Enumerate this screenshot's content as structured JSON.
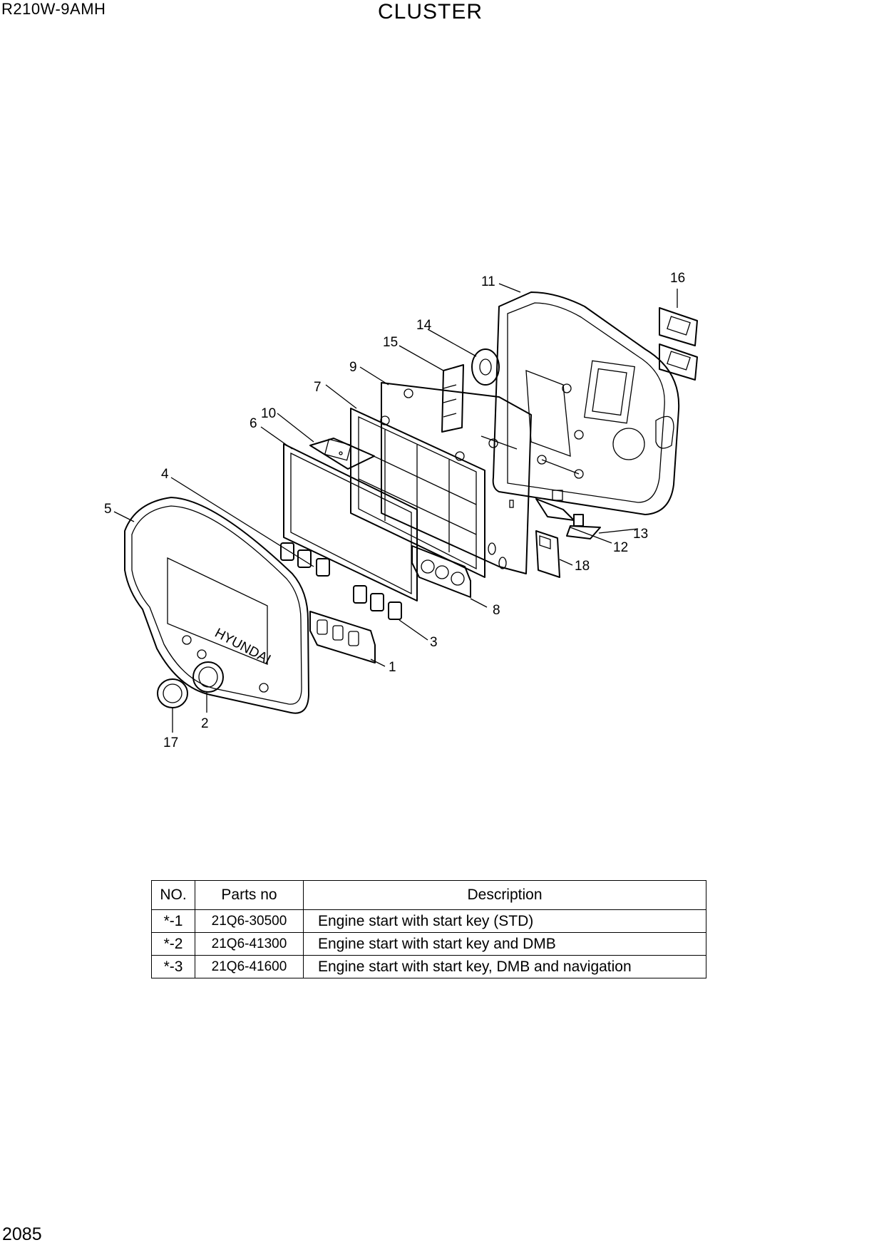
{
  "header": {
    "model": "R210W-9AMH",
    "title": "CLUSTER"
  },
  "footer": {
    "page_number": "2085"
  },
  "diagram": {
    "callouts": [
      "1",
      "2",
      "3",
      "4",
      "5",
      "6",
      "7",
      "8",
      "9",
      "10",
      "11",
      "12",
      "13",
      "14",
      "15",
      "16",
      "17",
      "18"
    ],
    "brand_marking": "HYUNDAI"
  },
  "table": {
    "headers": [
      "NO.",
      "Parts no",
      "Description"
    ],
    "rows": [
      {
        "no": "*-1",
        "parts_no": "21Q6-30500",
        "description": "Engine start with start key (STD)"
      },
      {
        "no": "*-2",
        "parts_no": "21Q6-41300",
        "description": "Engine start with start key and DMB"
      },
      {
        "no": "*-3",
        "parts_no": "21Q6-41600",
        "description": "Engine start with start key, DMB and navigation"
      }
    ]
  }
}
